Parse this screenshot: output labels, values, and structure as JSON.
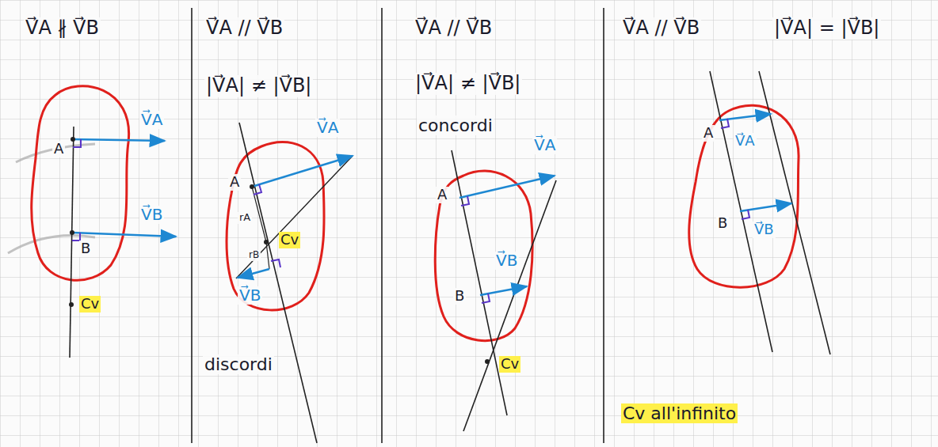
{
  "diagram": {
    "labels": [
      "V⃗A ∦ V⃗B",
      "V⃗A",
      "A",
      "V⃗B",
      "B",
      "Cv",
      "V⃗A // V⃗B",
      "|V⃗A| ≠ |V⃗B|",
      "V⃗A",
      "A",
      "rA",
      "rB",
      "Cv",
      "V⃗B",
      "discordi",
      "V⃗A // V⃗B",
      "|V⃗A| ≠ |V⃗B|",
      "concordi",
      "V⃗A",
      "A",
      "V⃗B",
      "B",
      "Cv",
      "V⃗A // V⃗B",
      "|V⃗A| = |V⃗B|",
      "A",
      "V⃗A",
      "B",
      "V⃗B",
      "Cv all'infinito"
    ]
  }
}
